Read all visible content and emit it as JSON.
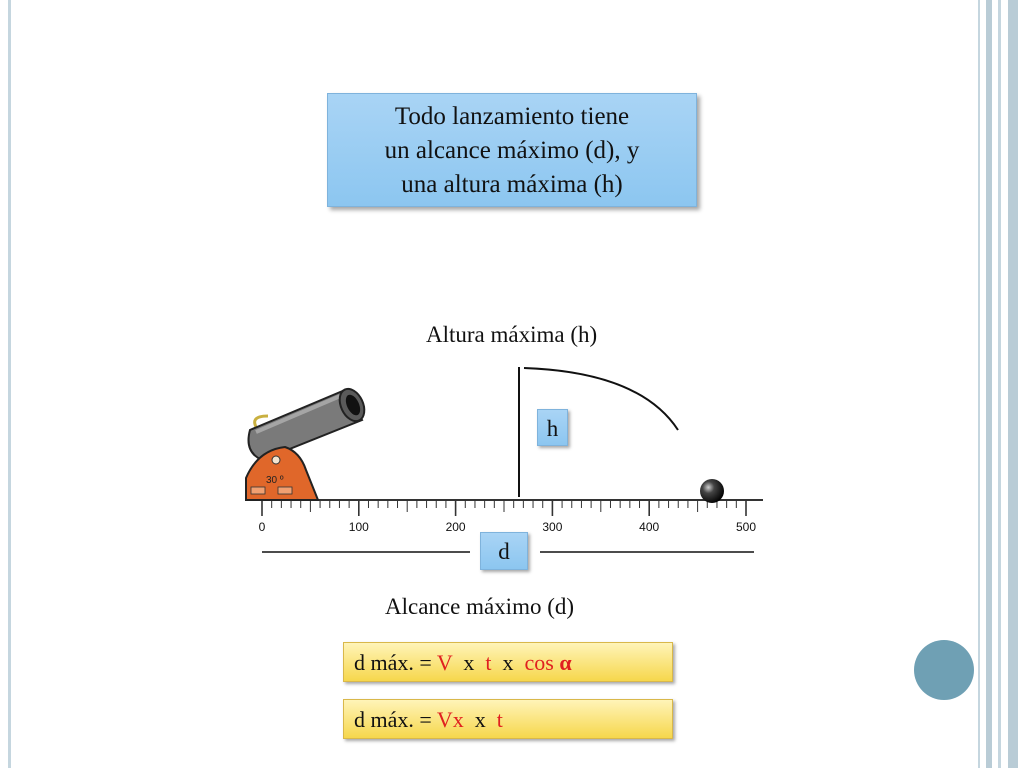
{
  "title": {
    "lines": [
      "Todo lanzamiento tiene",
      "un alcance máximo (d), y",
      "una altura máxima (h)"
    ]
  },
  "diagram": {
    "height_label": "Altura máxima (h)",
    "h_tag": "h",
    "d_tag": "d",
    "range_label": "Alcance máximo (d)",
    "cannon_angle_label": "30 º",
    "ruler_ticks": [
      "0",
      "100",
      "200",
      "300",
      "400",
      "500"
    ]
  },
  "formulas": [
    {
      "parts": [
        {
          "text": "d máx. = ",
          "red": false
        },
        {
          "text": "V",
          "red": true
        },
        {
          "text": "  x  ",
          "red": false
        },
        {
          "text": "t",
          "red": true
        },
        {
          "text": "  x  ",
          "red": false
        },
        {
          "text": "cos ",
          "red": true
        },
        {
          "text": "α",
          "red": true
        }
      ]
    },
    {
      "parts": [
        {
          "text": "d máx. = ",
          "red": false
        },
        {
          "text": "Vx",
          "red": true
        },
        {
          "text": "  x  ",
          "red": false
        },
        {
          "text": "t",
          "red": true
        }
      ]
    }
  ],
  "colors": {
    "title_bg": "#9ccdf3",
    "formula_bg": "#f8dd5e",
    "formula_accent": "#e02020",
    "cannon_barrel": "#7a7a7a",
    "cannon_carriage": "#e0672a",
    "frame_lines": "#b9ccd6",
    "deco_circle": "#6fa0b4"
  }
}
